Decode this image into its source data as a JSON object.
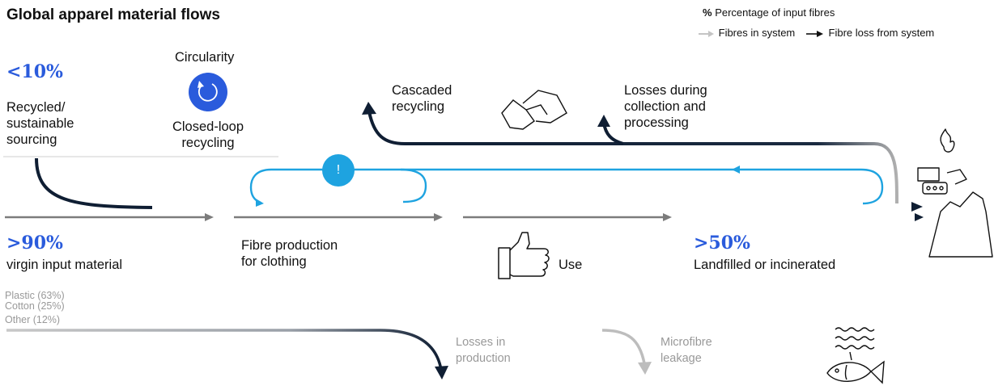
{
  "title": "Global apparel material flows",
  "legend": {
    "symbol": "%",
    "percentage_label": "Percentage of input fibres",
    "fibres_in_system": "Fibres in system",
    "fibre_loss": "Fibre loss from system"
  },
  "recycled": {
    "value": "<10%",
    "label_lines": [
      "Recycled/",
      "sustainable",
      "sourcing"
    ]
  },
  "circularity": {
    "label": "Circularity",
    "closed_loop_lines": [
      "Closed-loop",
      "recycling"
    ],
    "icon": "cycle-icon"
  },
  "cascaded": {
    "lines": [
      "Cascaded",
      "recycling"
    ]
  },
  "collection_losses": {
    "lines": [
      "Losses during",
      "collection and",
      "processing"
    ]
  },
  "alert_symbol": "!",
  "virgin": {
    "value": ">90%",
    "label": "virgin input material"
  },
  "fibre_production": {
    "lines": [
      "Fibre production",
      "for clothing"
    ]
  },
  "use": {
    "label": "Use",
    "icon": "thumbs-up-icon"
  },
  "landfill": {
    "value": ">50%",
    "label": "Landfilled or incinerated",
    "icon": "landfill-icon"
  },
  "composition": [
    "Plastic (63%)",
    "Cotton (25%)",
    "Other (12%)"
  ],
  "production_losses": {
    "lines": [
      "Losses in",
      "production"
    ]
  },
  "microfibre": {
    "lines": [
      "Microfibre",
      "leakage"
    ],
    "icon": "fish-icon"
  },
  "colors": {
    "accent": "#2a5bdc",
    "loop": "#1ea3e0",
    "dark": "#0f1e33",
    "flow_grey": "#b5b5b5",
    "arrow_grey": "#777777"
  }
}
